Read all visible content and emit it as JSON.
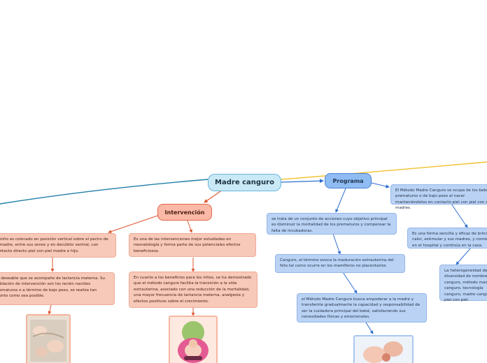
{
  "root": {
    "label": "Madre canguro"
  },
  "programa": {
    "label": "Programa",
    "notes": [
      "se trata de un conjunto de acciones cuyo objetivo principal es disminuir la mortalidad de los prematuros y compensar la falta de incubadoras.",
      "Canguro, el término evoca la maduración extrauterina del feto tal como ocurre en los mamíferos no placentarios",
      "el Método Madre Canguro busca empoderar a la madre y transferirle gradualmente la capacidad y responsabilidad de ser la cuidadora principal del bebé, satisfaciendo sus necesidades físicas y emocionales."
    ]
  },
  "right_notes": [
    "El Método Madre Canguro se ocupa de los bebés prematuros o de bajo peso al nacer manteniéndolos en contacto piel con piel con sus madres.",
    "Es una forma sencilla y eficaz de brindar calor, estimular y sus madres, y comienza en el hospital y continúa en la casa.",
    "La heterogeneidad de la diversidad de nombres canguro, método madre canguro, tecnología canguro, madre canguro, piel con piel"
  ],
  "intervencion": {
    "label": "Intervención",
    "notes": [
      "El niño es colocado en posición vertical sobre el pecho de la madre, entre sus senos y en decúbito ventral, con contacto directo piel con piel madre e hijo.",
      "Es deseable que se acompañe de lactancia materna. Su población de intervención son los recién nacidos prematuros o a término de bajo peso, se realiza tan pronto como sea posible.",
      "Es una de las intervenciones mejor estudiadas en neonatología y forma parte de sus potenciales efectos beneficiosos.",
      "En cuanto a los beneficios para los niños, se ha demostrado que el método canguro facilita la transición a la vida extrauterina, asociado con una reducción de la mortalidad, una mayor frecuencia de lactancia materna, analgesia y efectos positivos sobre el crecimiento."
    ]
  },
  "colors": {
    "blue_link": "#2f6fd0",
    "red_link": "#e0552f",
    "yellow_link": "#f2c12e",
    "teal_link": "#1f7fa8"
  },
  "icons": {
    "photo_left": "baby-incubator-photo",
    "photo_center": "kangaroo-illustration",
    "photo_right": "mother-baby-photo"
  }
}
